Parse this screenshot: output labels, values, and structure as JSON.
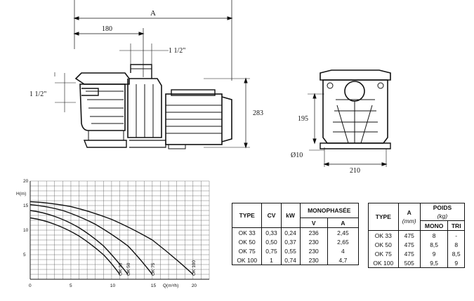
{
  "dimensions": {
    "a": "A",
    "d180": "180",
    "inch_top": "1 1/2\"",
    "inch_left": "1 1/2\"",
    "d283": "283",
    "d195": "195",
    "d10": "Ø10",
    "d210": "210"
  },
  "chart_data": {
    "type": "line",
    "title": "",
    "xlabel": "Q(m³/h)",
    "ylabel": "H(m)",
    "xlim": [
      0,
      22
    ],
    "ylim": [
      0,
      20
    ],
    "xticks": [
      "0",
      "5",
      "10",
      "15",
      "20"
    ],
    "yticks": [
      "5",
      "10",
      "15",
      "20"
    ],
    "grid": true,
    "series": [
      {
        "name": "OK 33",
        "x": [
          0,
          3,
          6,
          9,
          11
        ],
        "y": [
          12.5,
          11.2,
          8.8,
          5.0,
          1.0
        ]
      },
      {
        "name": "OK 50",
        "x": [
          0,
          3,
          6,
          9,
          12
        ],
        "y": [
          14.0,
          12.8,
          10.5,
          6.8,
          1.0
        ]
      },
      {
        "name": "OK 75",
        "x": [
          0,
          4,
          8,
          12,
          15
        ],
        "y": [
          15.2,
          14.0,
          11.2,
          6.8,
          1.0
        ]
      },
      {
        "name": "OK 100",
        "x": [
          0,
          5,
          10,
          15,
          20
        ],
        "y": [
          15.8,
          14.8,
          12.2,
          8.0,
          1.0
        ]
      }
    ]
  },
  "table1": {
    "headers": {
      "type": "TYPE",
      "cv": "CV",
      "kw": "kW",
      "mono": "MONOPHASÉE",
      "v": "V",
      "a": "A"
    },
    "rows": [
      [
        "OK 33",
        "0,33",
        "0,24",
        "236",
        "2,45"
      ],
      [
        "OK 50",
        "0,50",
        "0,37",
        "230",
        "2,65"
      ],
      [
        "OK 75",
        "0,75",
        "0,55",
        "230",
        "4"
      ],
      [
        "OK 100",
        "1",
        "0,74",
        "230",
        "4,7"
      ]
    ]
  },
  "table2": {
    "headers": {
      "type": "TYPE",
      "a": "A",
      "mm": "(mm)",
      "poids": "POIDS",
      "kg": "(kg)",
      "mono": "MONO",
      "tri": "TRI"
    },
    "rows": [
      [
        "OK 33",
        "475",
        "8",
        "-"
      ],
      [
        "OK 50",
        "475",
        "8,5",
        "8"
      ],
      [
        "OK 75",
        "475",
        "9",
        "8,5"
      ],
      [
        "OK 100",
        "505",
        "9,5",
        "9"
      ]
    ]
  }
}
